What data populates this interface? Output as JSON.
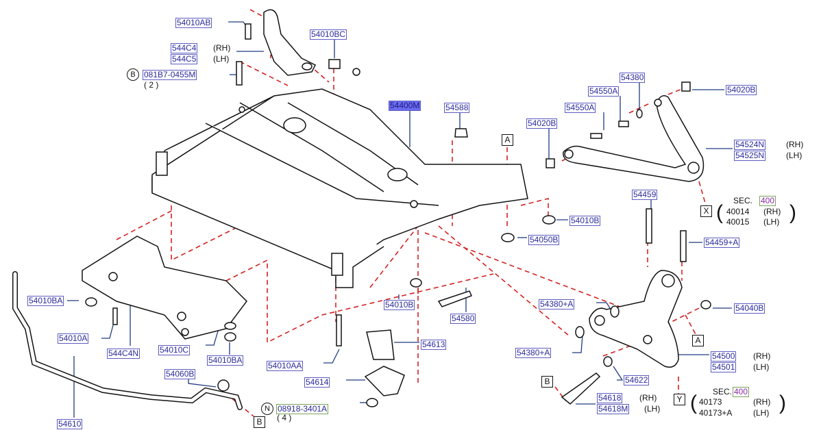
{
  "colors": {
    "label_text": "#2a2a9c",
    "label_border": "#5c5cc0",
    "highlight": "#6c6cf0",
    "dashed_line": "#d42020",
    "outline": "#111111"
  },
  "labels": {
    "p54010AB": "54010AB",
    "p544C4": "544C4",
    "p544C5": "544C5",
    "rh": "(RH)",
    "lh": "(LH)",
    "circB": "B",
    "p081B7": "081B7-0455M",
    "q2": "( 2 )",
    "p54010BC": "54010BC",
    "p54400M": "54400M",
    "p54588": "54588",
    "p54550A": "54550A",
    "p54380": "54380",
    "p54020B": "54020B",
    "p54524N": "54524N",
    "p54525N": "54525N",
    "boxA": "A",
    "boxB": "B",
    "boxX": "X",
    "boxY": "Y",
    "p54459": "54459",
    "sec": "SEC.",
    "p400": "400",
    "p40014": "40014",
    "p40015": "40015",
    "p54010B": "54010B",
    "p54050B": "54050B",
    "p54459A": "54459+A",
    "p54010BA": "54010BA",
    "p54380A": "54380+A",
    "p54040B": "54040B",
    "p54580": "54580",
    "p54010A": "54010A",
    "p544C4N": "544C4N",
    "p54010C": "54010C",
    "p54613": "54613",
    "p54500": "54500",
    "p54501": "54501",
    "p54010AA": "54010AA",
    "p54060B": "54060B",
    "p54622": "54622",
    "p54614": "54614",
    "p54618": "54618",
    "p54618M": "54618M",
    "p40173": "40173",
    "p40173A": "40173+A",
    "circN": "N",
    "p08918": "08918-3401A",
    "q4": "( 4 )",
    "p54610": "54610"
  }
}
